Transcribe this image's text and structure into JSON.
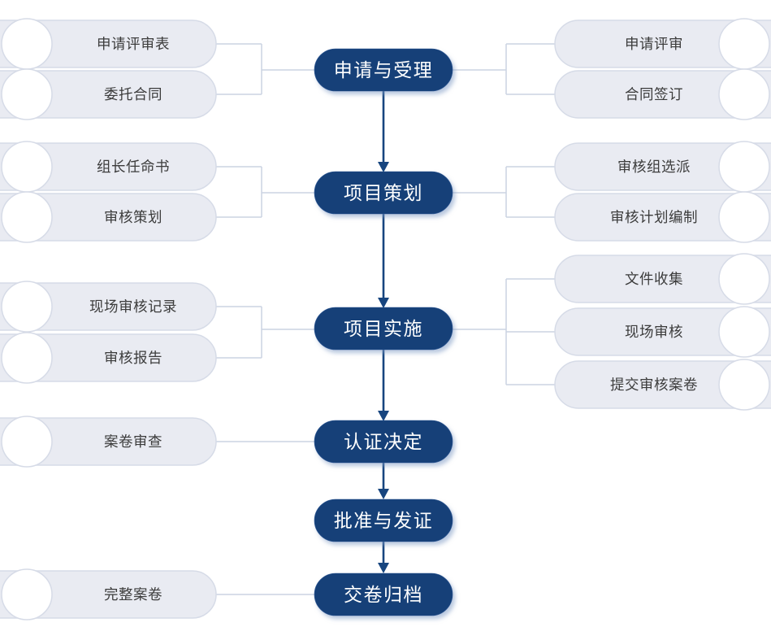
{
  "diagram": {
    "main_flow": {
      "steps": [
        {
          "label": "申请与受理"
        },
        {
          "label": "项目策划"
        },
        {
          "label": "项目实施"
        },
        {
          "label": "认证决定"
        },
        {
          "label": "批准与发证"
        },
        {
          "label": "交卷归档"
        }
      ]
    },
    "left_documents": {
      "items": [
        {
          "label": "申请评审表"
        },
        {
          "label": "委托合同"
        },
        {
          "label": "组长任命书"
        },
        {
          "label": "审核策划"
        },
        {
          "label": "现场审核记录"
        },
        {
          "label": "审核报告"
        },
        {
          "label": "案卷审查"
        },
        {
          "label": "完整案卷"
        }
      ]
    },
    "right_activities": {
      "items": [
        {
          "label": "申请评审"
        },
        {
          "label": "合同签订"
        },
        {
          "label": "审核组选派"
        },
        {
          "label": "审核计划编制"
        },
        {
          "label": "文件收集"
        },
        {
          "label": "现场审核"
        },
        {
          "label": "提交审核案卷"
        }
      ]
    },
    "colors": {
      "node_fill": "#134078",
      "arrow": "#17457F",
      "pill_fill": "#E9EBF2",
      "pill_border": "#D6DBE7",
      "connector": "#CBD3E2",
      "node_text": "#FFFFFF",
      "pill_text": "#3C3C3C",
      "background": "#FFFFFF"
    }
  }
}
